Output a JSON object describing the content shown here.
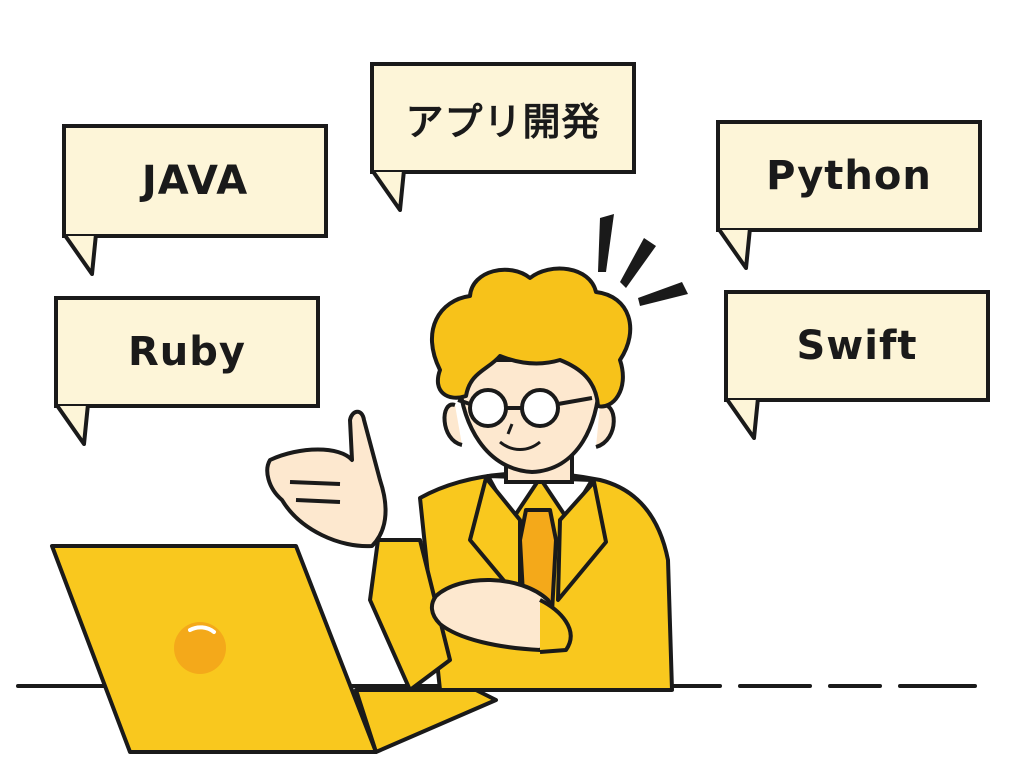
{
  "bubbles": [
    {
      "id": "apuri",
      "label": "アプリ開発"
    },
    {
      "id": "java",
      "label": "JAVA"
    },
    {
      "id": "python",
      "label": "Python"
    },
    {
      "id": "ruby",
      "label": "Ruby"
    },
    {
      "id": "swift",
      "label": "Swift"
    }
  ],
  "colors": {
    "bubble_fill": "#fdf5d8",
    "outline": "#1a1a1a",
    "suit": "#f9c81e",
    "hair": "#f7c21a",
    "laptop": "#f9c81e",
    "laptop_logo": "#f4a91a",
    "skin": "#fde8cf",
    "tie": "#f4a91a"
  },
  "icons": {
    "laptop": "laptop-icon",
    "glasses": "round-glasses-icon",
    "emphasis": "surprise-lines-icon"
  }
}
